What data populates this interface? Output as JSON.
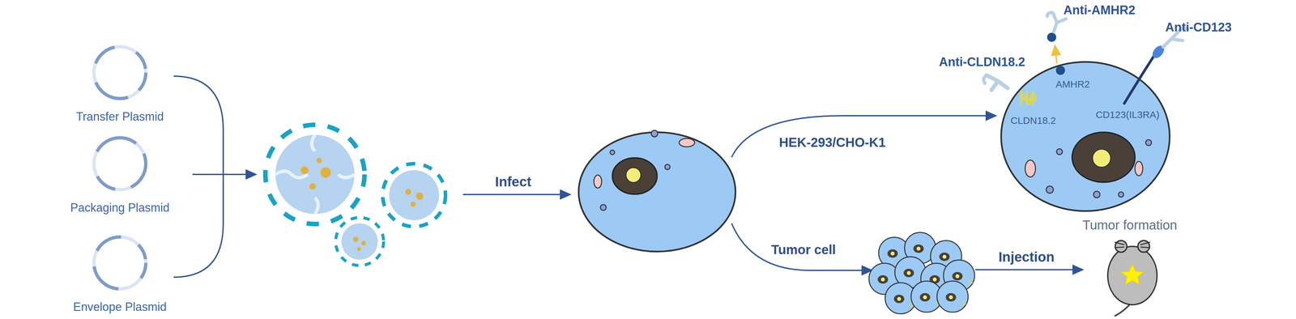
{
  "diagram": {
    "nodes": [
      {
        "text": [
          "Transfer Plasmid"
        ]
      },
      {
        "text": [
          "Packaging Plasmid"
        ]
      },
      {
        "text": [
          "Envelope Plasmid"
        ]
      }
    ],
    "labels": [
      "Infect",
      "HEK-293/CHO-K1",
      "Tumor cell",
      "Injection",
      "Anti-AMHR2",
      "Anti-CD123",
      "Anti-CLDN18.2",
      "AMHR2",
      "CLDN18.2",
      "CD123(IL3RA)",
      "Tumor formation"
    ]
  }
}
